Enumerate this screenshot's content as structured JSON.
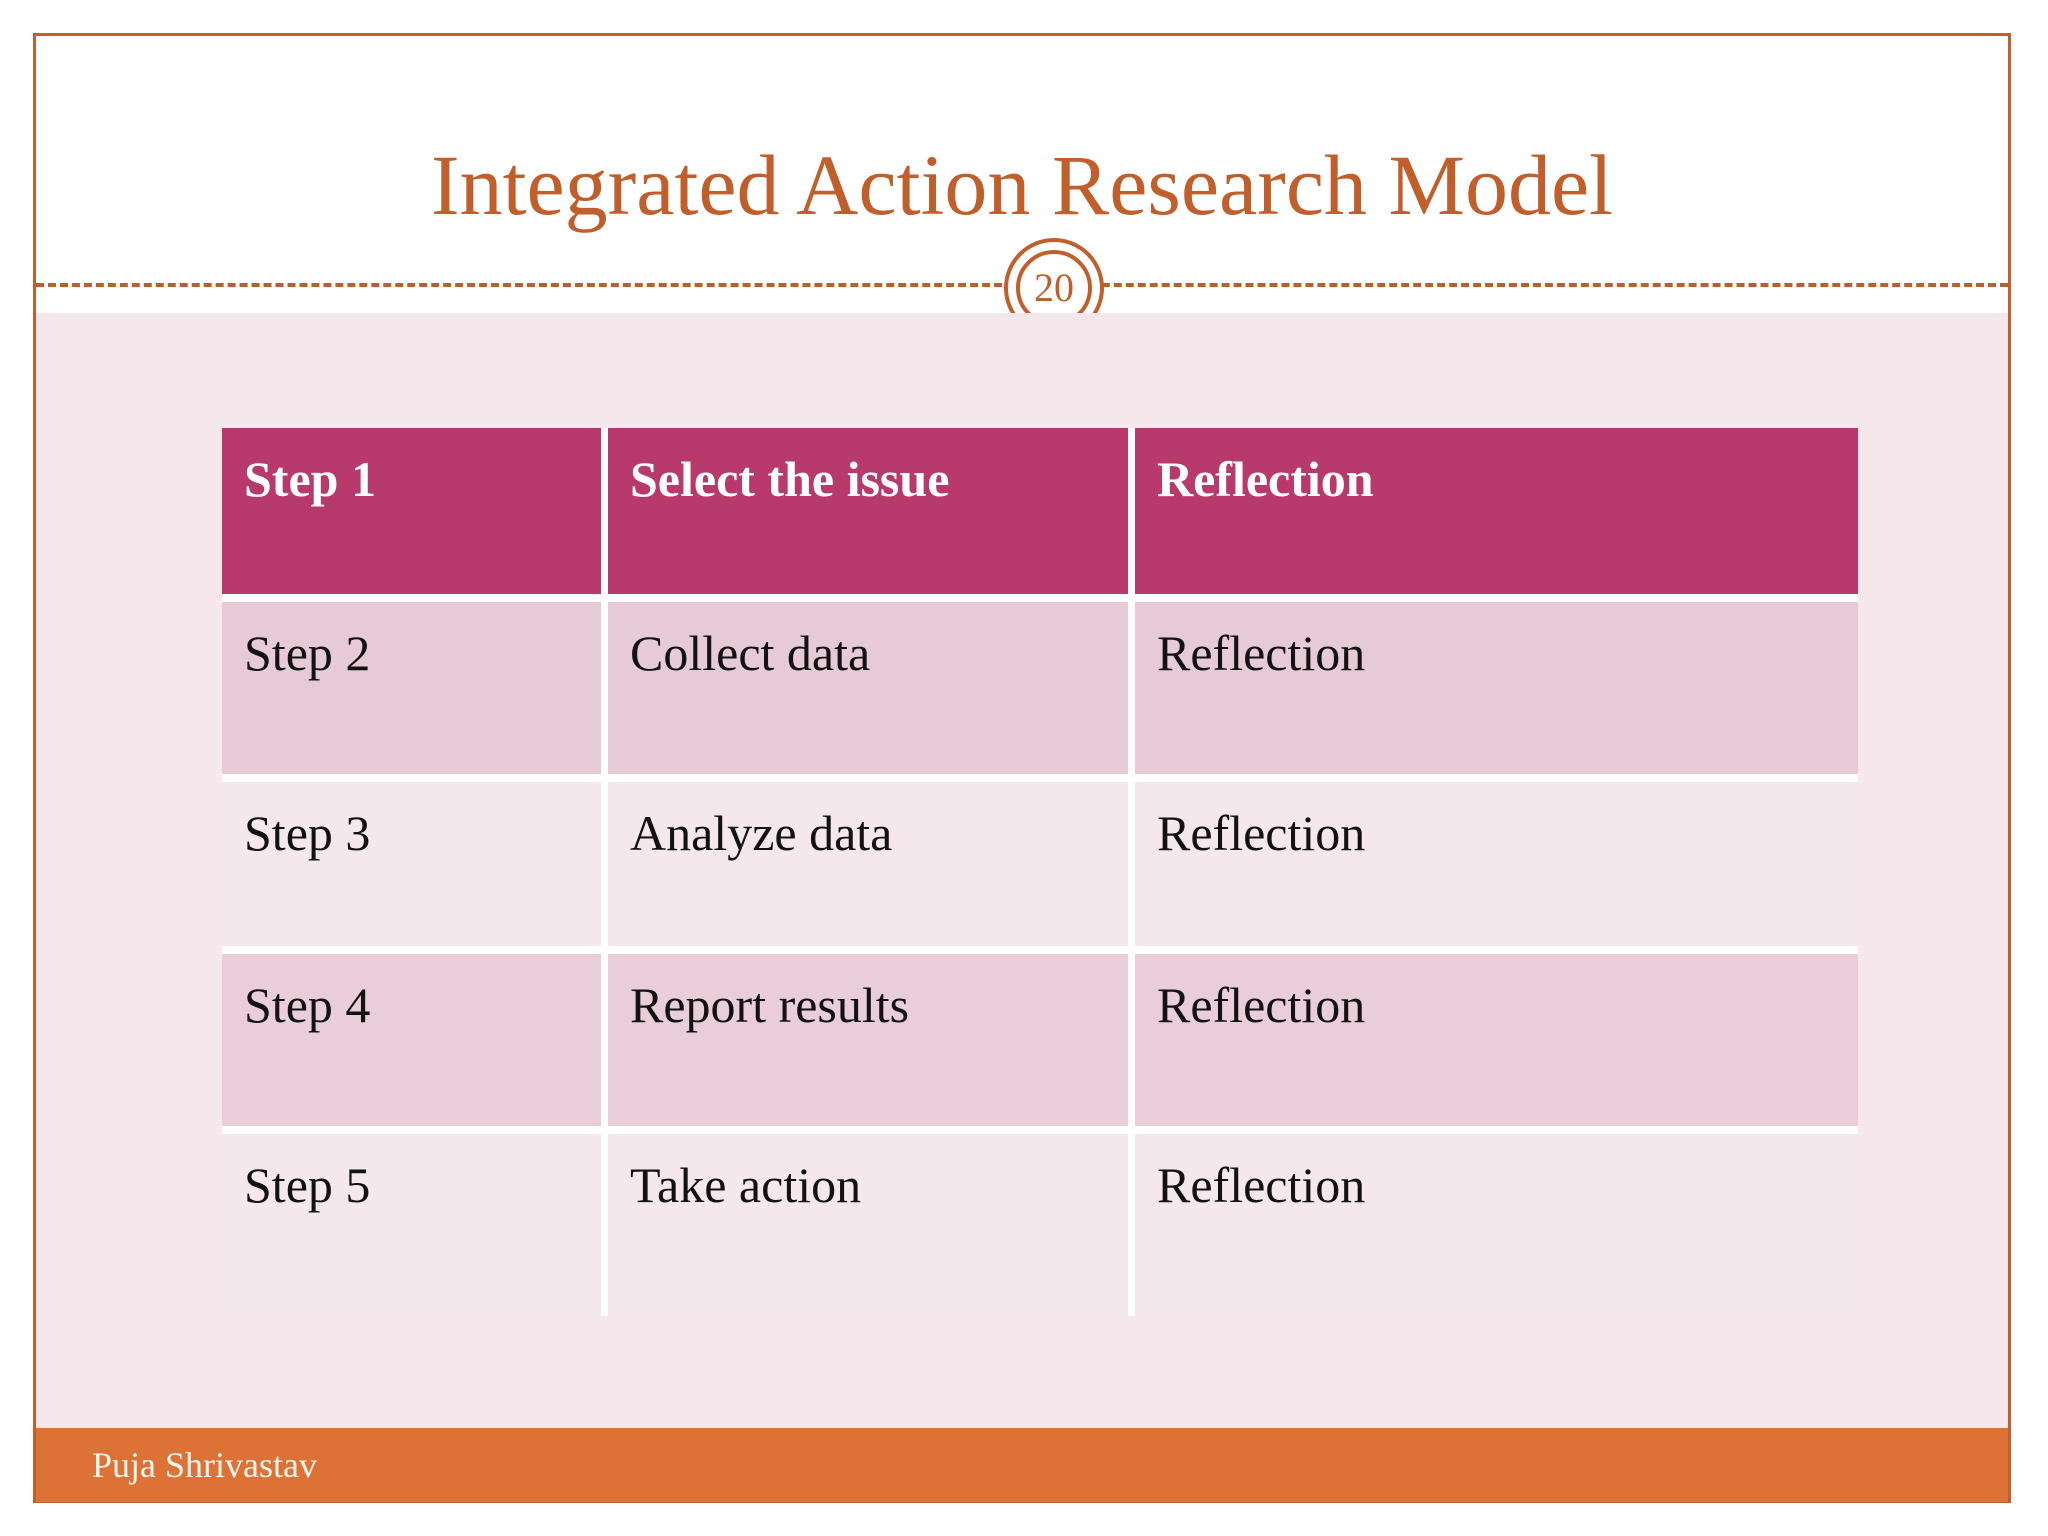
{
  "slide": {
    "title": "Integrated Action Research Model",
    "page_number": "20",
    "footer_name": "Puja Shrivastav",
    "colors": {
      "frame": "#c05f2c",
      "title": "#c05f2c",
      "rule": "#b5612f",
      "panel_bg": "#f5e7ec",
      "table_header_bg": "#b8396b",
      "table_header_text": "#ffffff",
      "row_band_dark": "#e6cad5",
      "row_band_light": "#f4e8ed",
      "footer_bg": "#dd7236",
      "footer_text": "#fdf6ef",
      "body_text": "#121212"
    }
  },
  "table": {
    "headers": [
      "Step 1",
      "Select the issue",
      "Reflection"
    ],
    "rows": [
      [
        "Step 2",
        "Collect data",
        "Reflection"
      ],
      [
        "Step 3",
        "Analyze data",
        "Reflection"
      ],
      [
        "Step 4",
        "Report results",
        "Reflection"
      ],
      [
        "Step 5",
        "Take action",
        "Reflection"
      ]
    ]
  }
}
